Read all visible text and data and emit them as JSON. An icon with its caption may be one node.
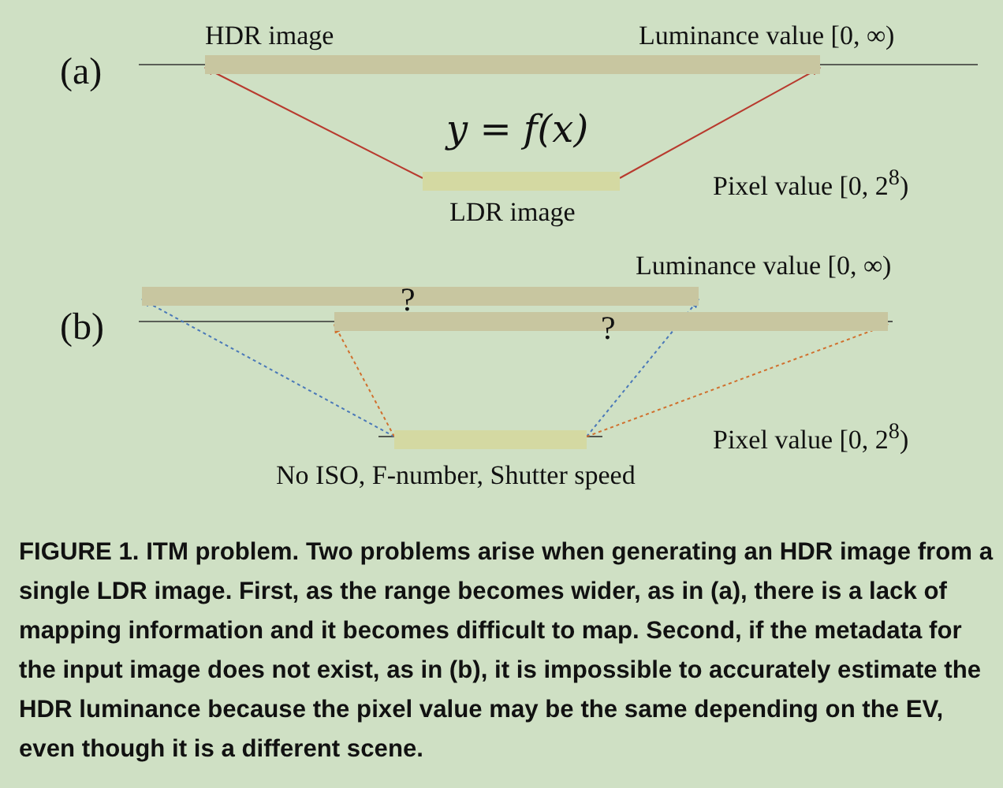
{
  "diagram": {
    "caption": "FIGURE 1. ITM problem. Two problems arise when generating an HDR image from a single LDR image. First, as the range becomes wider, as in (a), there is a lack of mapping information and it becomes difficult to map. Second, if the metadata for the input image does not exist, as in (b), it is impossible to accurately estimate the HDR luminance because the pixel value may be the same depending on the EV, even though it is a different scene.",
    "nodes": [
      {
        "text": [
          "HDR image"
        ]
      },
      {
        "text": [
          "LDR image"
        ]
      },
      {
        "text": [
          "?"
        ]
      },
      {
        "text": [
          "?"
        ]
      },
      {
        "text": [
          "No ISO, F-number, Shutter speed"
        ]
      }
    ],
    "edges": [
      {
        "from": 1,
        "to": 0,
        "arrow": "to",
        "color": "#b83a2e"
      },
      {
        "from": 1,
        "to": 0,
        "arrow": "to",
        "color": "#b83a2e"
      },
      {
        "from": 4,
        "to": 2,
        "arrow": "to",
        "style": "dashed",
        "color": "#4a78b8"
      },
      {
        "from": 4,
        "to": 3,
        "arrow": "to",
        "style": "dashed",
        "color": "#d0702e"
      },
      {
        "from": 4,
        "to": 2,
        "arrow": "to",
        "style": "dashed",
        "color": "#4a78b8"
      },
      {
        "from": 4,
        "to": 3,
        "arrow": "to",
        "style": "dashed",
        "color": "#d0702e"
      }
    ],
    "labels": [
      "(a)",
      "Luminance value [0, ∞)",
      "y = f(x)",
      "Pixel value [0, 2$^{8}$)",
      "(b)",
      "Luminance value [0, ∞)",
      "Pixel value [0, 2$^{8}$)"
    ]
  }
}
